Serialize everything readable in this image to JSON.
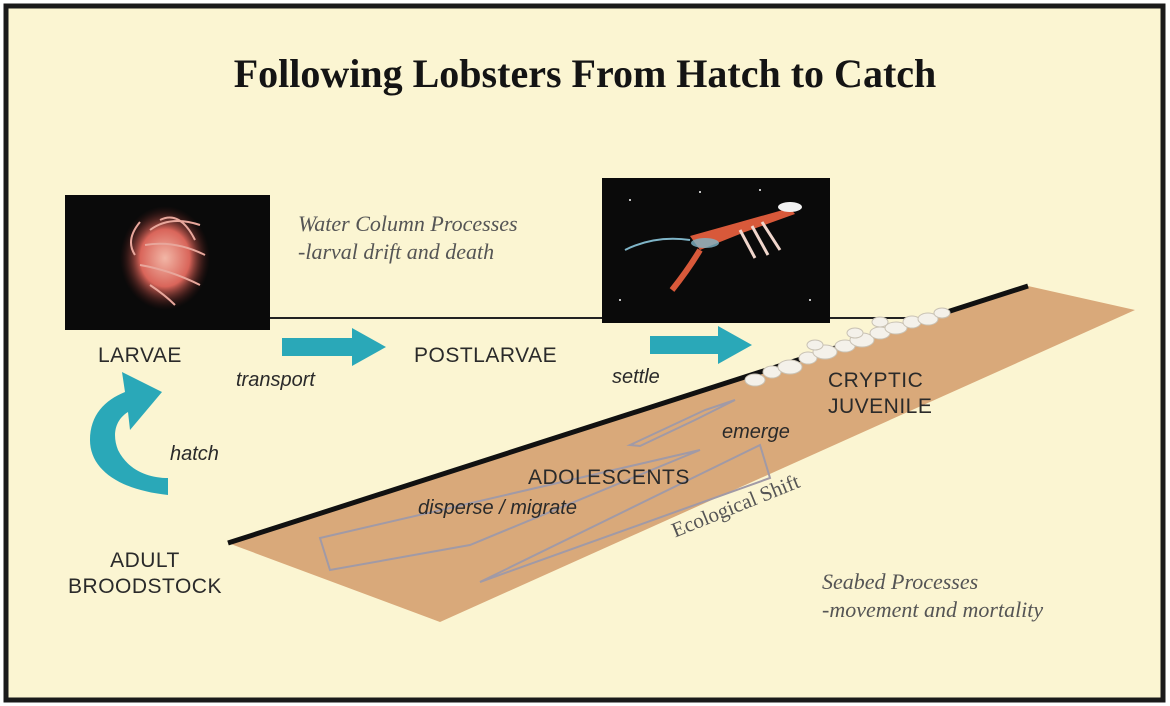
{
  "title": "Following Lobsters From Hatch to Catch",
  "water_column": {
    "heading": "Water Column Processes",
    "detail": "-larval drift and death"
  },
  "seabed": {
    "heading": "Seabed Processes",
    "detail": "-movement and mortality"
  },
  "stages": {
    "larvae": "LARVAE",
    "postlarvae": "POSTLARVAE",
    "cryptic_juvenile_line1": "CRYPTIC",
    "cryptic_juvenile_line2": "JUVENILE",
    "adolescents": "ADOLESCENTS",
    "adult_line1": "ADULT",
    "adult_line2": "BROODSTOCK"
  },
  "transitions": {
    "transport": "transport",
    "settle": "settle",
    "hatch": "hatch",
    "emerge": "emerge",
    "disperse_migrate": "disperse /  migrate"
  },
  "ecological_shift": "Ecological Shift",
  "colors": {
    "background": "#fbf5d2",
    "seabed": "#d9a97a",
    "arrow": "#2aa8b8",
    "photo_background": "#0a0a0a",
    "border": "#1a1a1a"
  }
}
